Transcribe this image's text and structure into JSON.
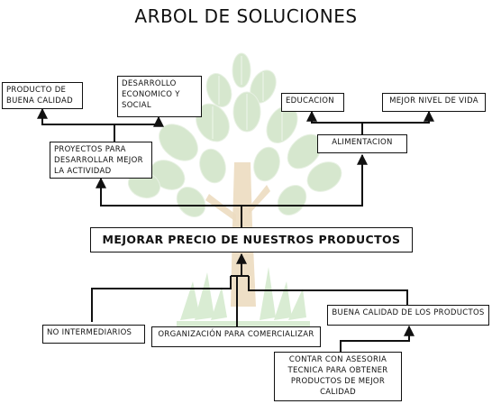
{
  "title": "ARBOL DE SOLUCIONES",
  "central": "MEJORAR PRECIO DE NUESTROS PRODUCTOS",
  "boxes": {
    "producto_calidad": "PRODUCTO DE BUENA CALIDAD",
    "desarrollo": "DESARROLLO ECONOMICO Y SOCIAL",
    "proyectos": "PROYECTOS PARA DESARROLLAR MEJOR LA ACTIVIDAD",
    "educacion": "EDUCACION",
    "nivel_vida": "MEJOR NIVEL DE VIDA",
    "alimentacion": "ALIMENTACION",
    "no_intermediarios": "NO INTERMEDIARIOS",
    "organizacion": "ORGANIZACIÓN PARA COMERCIALIZAR",
    "buena_calidad": "BUENA CALIDAD DE LOS PRODUCTOS",
    "asesoria": "CONTAR CON ASESORIA TECNICA PARA OBTENER PRODUCTOS DE MEJOR CALIDAD"
  },
  "colors": {
    "leaf": "#cfe3c6",
    "leaf_vein": "#eef6ea",
    "trunk": "#ecdcc0",
    "grass": "#d5ebcf",
    "line": "#111111"
  }
}
